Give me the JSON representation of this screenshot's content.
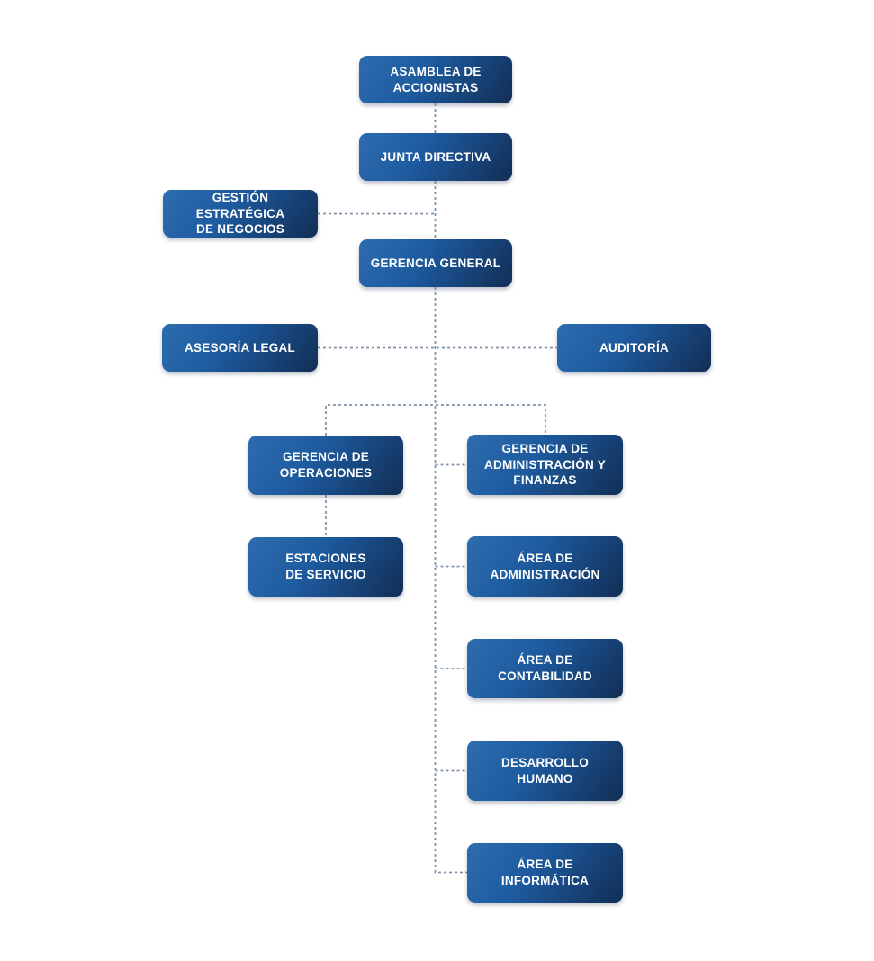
{
  "diagram": {
    "type": "org-chart",
    "background": "#ffffff",
    "connector_color": "#8093a9",
    "node_gradient_start": "#2e6cb0",
    "node_gradient_end": "#122e55",
    "node_text_color": "#ffffff",
    "nodes": [
      {
        "id": "asamblea-de-accionistas",
        "label": "ASAMBLEA DE\nACCIONISTAS",
        "reports_to": null
      },
      {
        "id": "junta-directiva",
        "label": "JUNTA DIRECTIVA",
        "reports_to": "asamblea-de-accionistas"
      },
      {
        "id": "gestion-estrategica-de-negocios",
        "label": "GESTIÓN ESTRATÉGICA\nDE NEGOCIOS",
        "reports_to": "junta-directiva"
      },
      {
        "id": "gerencia-general",
        "label": "GERENCIA GENERAL",
        "reports_to": "junta-directiva"
      },
      {
        "id": "asesoria-legal",
        "label": "ASESORÍA LEGAL",
        "reports_to": "gerencia-general"
      },
      {
        "id": "auditoria",
        "label": "AUDITORÍA",
        "reports_to": "gerencia-general"
      },
      {
        "id": "gerencia-de-operaciones",
        "label": "GERENCIA DE\nOPERACIONES",
        "reports_to": "gerencia-general"
      },
      {
        "id": "gerencia-de-administracion-y-finanzas",
        "label": "GERENCIA DE\nADMINISTRACIÓN Y\nFINANZAS",
        "reports_to": "gerencia-general"
      },
      {
        "id": "estaciones-de-servicio",
        "label": "ESTACIONES\nDE SERVICIO",
        "reports_to": "gerencia-de-operaciones"
      },
      {
        "id": "area-de-administracion",
        "label": "ÁREA DE\nADMINISTRACIÓN",
        "reports_to": "gerencia-de-administracion-y-finanzas"
      },
      {
        "id": "area-de-contabilidad",
        "label": "ÁREA DE\nCONTABILIDAD",
        "reports_to": "gerencia-de-administracion-y-finanzas"
      },
      {
        "id": "desarrollo-humano",
        "label": "DESARROLLO\nHUMANO",
        "reports_to": "gerencia-de-administracion-y-finanzas"
      },
      {
        "id": "area-de-informatica",
        "label": "ÁREA DE\nINFORMÁTICA",
        "reports_to": "gerencia-de-administracion-y-finanzas"
      }
    ]
  }
}
